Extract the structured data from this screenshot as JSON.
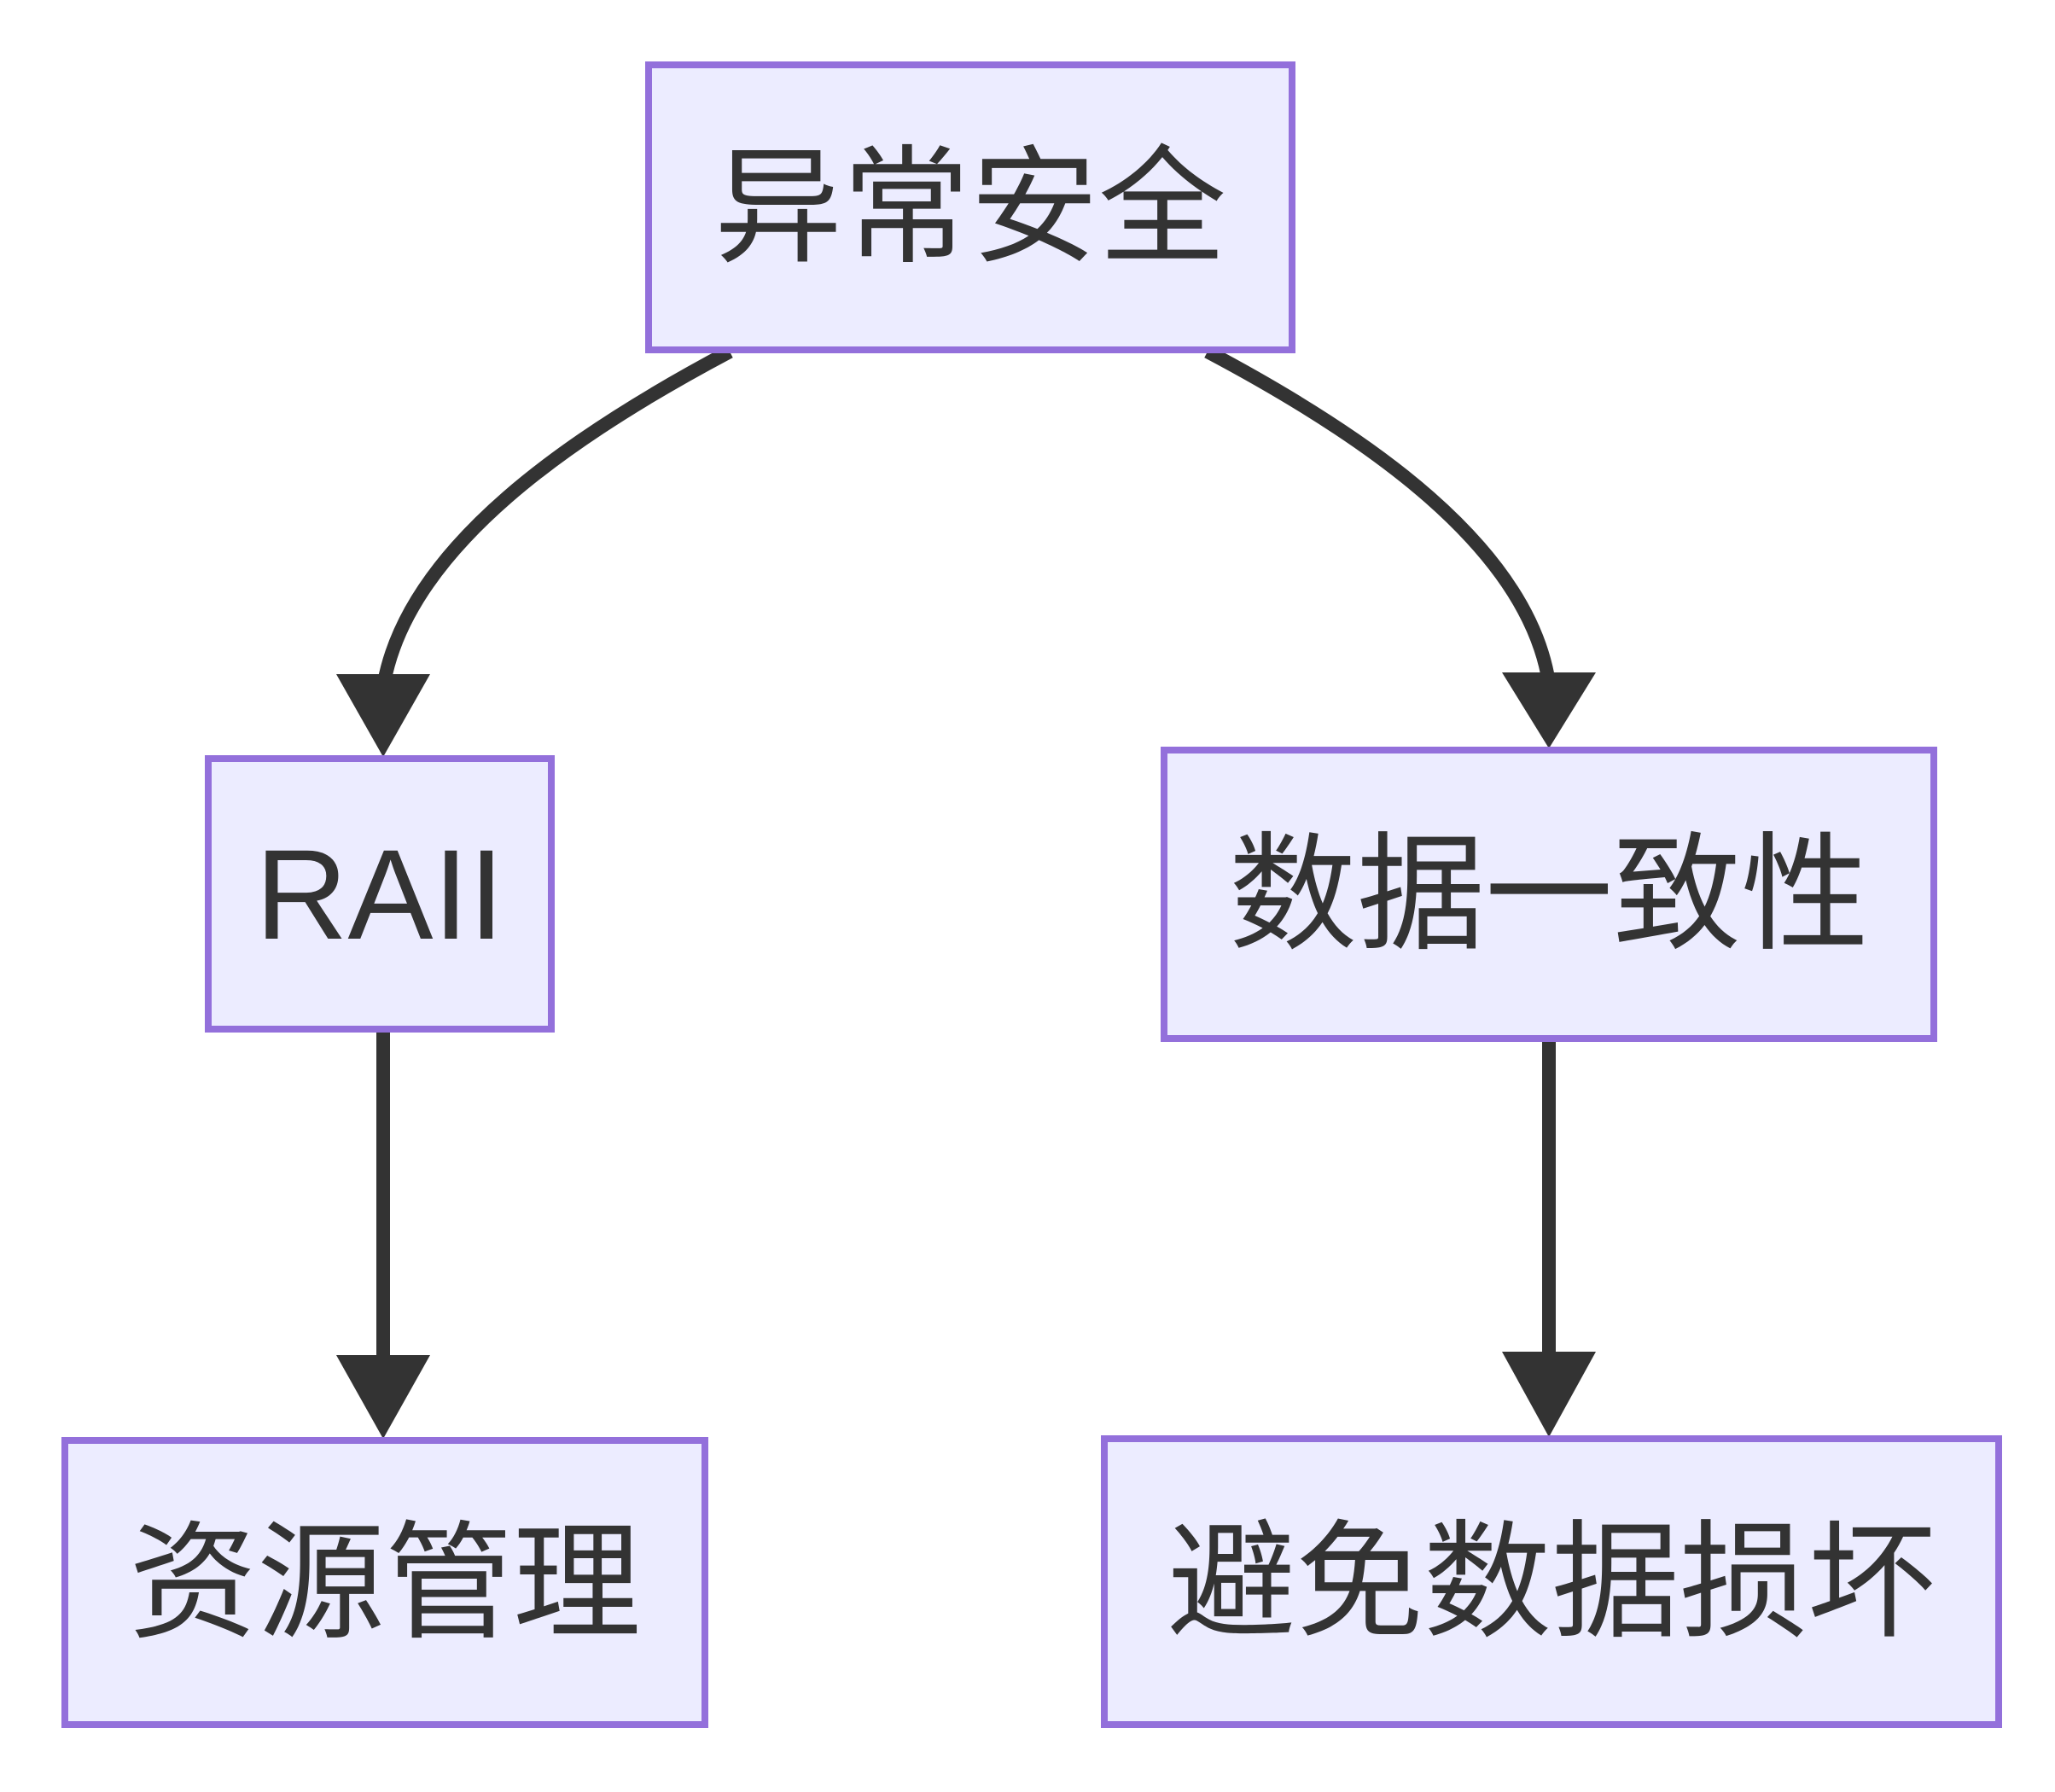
{
  "diagram": {
    "type": "flowchart-top-down",
    "background_color": "#ffffff",
    "node_fill_color": "#ECECFF",
    "node_border_color": "#9370DB",
    "edge_color": "#333333",
    "text_color": "#333333",
    "nodes": [
      {
        "id": "exception-safety",
        "label": "异常安全"
      },
      {
        "id": "raii",
        "label": "RAII"
      },
      {
        "id": "data-consistency",
        "label": "数据一致性"
      },
      {
        "id": "resource-management",
        "label": "资源管理"
      },
      {
        "id": "avoid-data-corruption",
        "label": "避免数据损坏"
      }
    ],
    "edges": [
      {
        "from": "exception-safety",
        "to": "raii"
      },
      {
        "from": "exception-safety",
        "to": "data-consistency"
      },
      {
        "from": "raii",
        "to": "resource-management"
      },
      {
        "from": "data-consistency",
        "to": "avoid-data-corruption"
      }
    ]
  }
}
